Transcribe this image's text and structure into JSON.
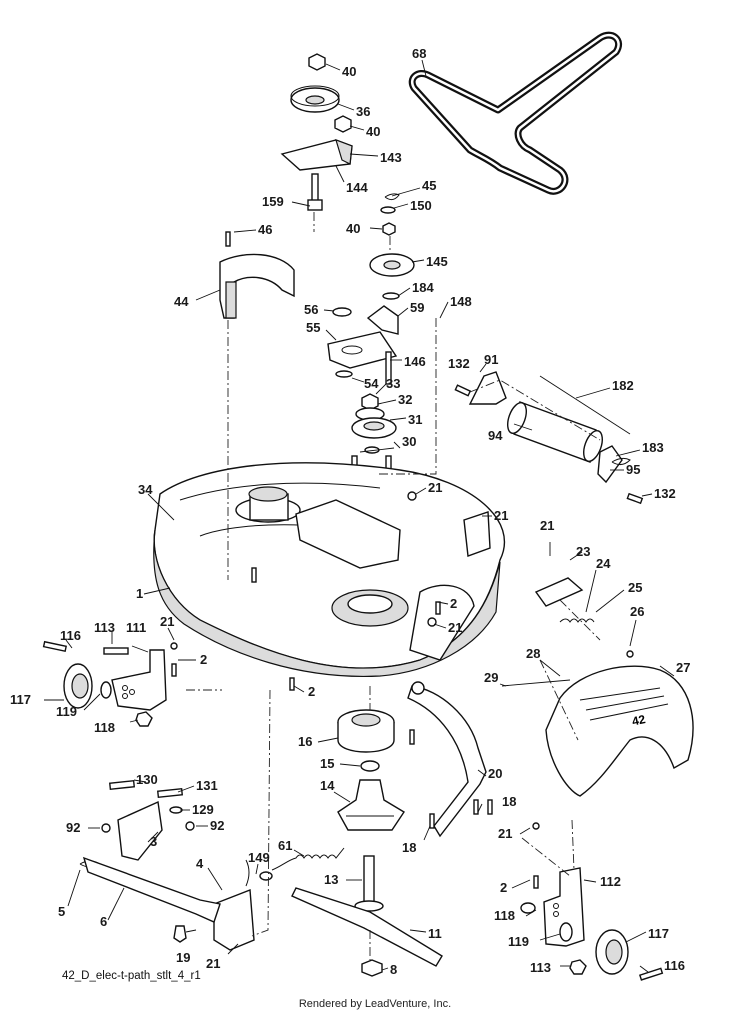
{
  "diagram": {
    "reference_code": "42_D_elec-t-path_stlt_4_r1",
    "credit": "Rendered by LeadVenture, Inc.",
    "watermark": "LEADVENTURE",
    "callouts": [
      "68",
      "40",
      "36",
      "40",
      "143",
      "144",
      "159",
      "45",
      "150",
      "40",
      "46",
      "145",
      "184",
      "44",
      "56",
      "59",
      "148",
      "55",
      "146",
      "132",
      "91",
      "54",
      "33",
      "182",
      "32",
      "31",
      "94",
      "30",
      "183",
      "95",
      "34",
      "21",
      "132",
      "21",
      "21",
      "23",
      "24",
      "1",
      "2",
      "25",
      "21",
      "26",
      "113",
      "111",
      "21",
      "116",
      "2",
      "27",
      "28",
      "29",
      "117",
      "2",
      "119",
      "118",
      "16",
      "15",
      "20",
      "14",
      "18",
      "130",
      "131",
      "129",
      "18",
      "92",
      "92",
      "21",
      "3",
      "61",
      "149",
      "4",
      "112",
      "5",
      "13",
      "2",
      "6",
      "118",
      "11",
      "119",
      "117",
      "19",
      "21",
      "8",
      "113",
      "116"
    ]
  }
}
